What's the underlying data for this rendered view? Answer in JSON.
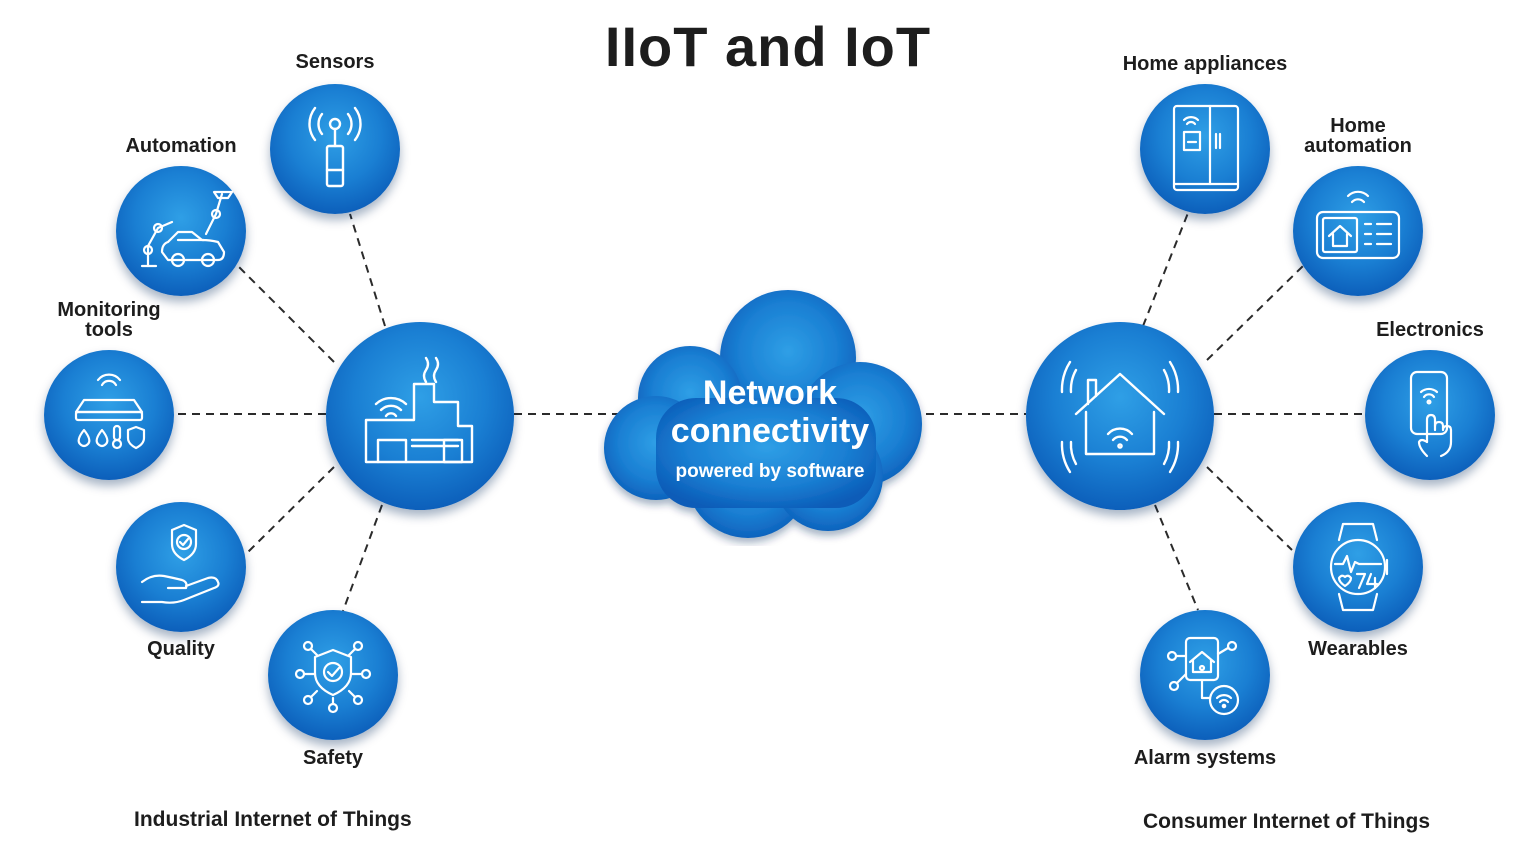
{
  "title": "IIoT and IoT",
  "cloud": {
    "line1": "Network",
    "line2": "connectivity",
    "subtitle": "powered by software"
  },
  "industrial": {
    "hub_icon": "factory-wifi-icon",
    "footer": "Industrial Internet of Things",
    "items": [
      {
        "label": "Sensors",
        "icon": "antenna-sensor-icon"
      },
      {
        "label": "Automation",
        "icon": "robot-arm-car-icon"
      },
      {
        "label": "Monitoring tools",
        "icon": "monitoring-device-icon"
      },
      {
        "label": "Quality",
        "icon": "hand-shield-icon"
      },
      {
        "label": "Safety",
        "icon": "shield-network-icon"
      }
    ]
  },
  "consumer": {
    "hub_icon": "smart-home-icon",
    "footer": "Consumer Internet of Things",
    "items": [
      {
        "label": "Home appliances",
        "icon": "smart-fridge-icon"
      },
      {
        "label": "Home automation",
        "icon": "control-panel-icon"
      },
      {
        "label": "Electronics",
        "icon": "smartphone-hand-icon"
      },
      {
        "label": "Wearables",
        "icon": "smartwatch-icon"
      },
      {
        "label": "Alarm systems",
        "icon": "alarm-home-network-icon"
      }
    ]
  },
  "colors": {
    "node_blue": "#1a7fd3",
    "node_dark": "#0b5cb8",
    "cloud_blue": "#1f86d6",
    "text": "#1d1d1d",
    "line": "#2b2b2b"
  }
}
